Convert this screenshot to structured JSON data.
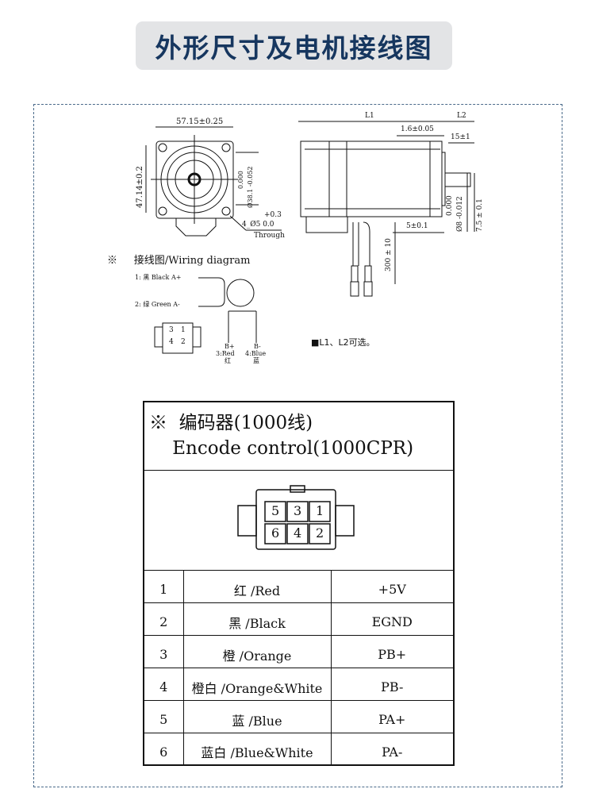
{
  "title": "外形尺寸及电机接线图",
  "dimensions": {
    "front_width": "57.15±0.25",
    "front_height": "47.14±0.2",
    "pilot_tol_top": "0.000",
    "pilot_tol_bottom": "Ø38.1 -0.052",
    "hole_tol": "+0.3",
    "hole": "4_Ø5 0.0",
    "hole_through": "Through",
    "l1": "L1",
    "l2": "L2",
    "flange": "1.6±0.05",
    "shaft_len": "15±1",
    "shaft_tol_top": "0.000",
    "shaft_dia": "Ø8 -0.012",
    "flat": "7.5 ± 0.1",
    "key": "5±0.1",
    "cable": "300 ± 10"
  },
  "wiring": {
    "mark": "※",
    "title": "接线图/Wiring diagram",
    "a_plus": "1: 黑 Black A+",
    "a_minus": "2: 绿 Green A-",
    "b_plus": "B+",
    "b_plus_wire": "3:Red",
    "b_plus_cn": "红",
    "b_minus": "B-",
    "b_minus_wire": "4:Blue",
    "b_minus_cn": "蓝",
    "pins": [
      "3",
      "1",
      "4",
      "2"
    ]
  },
  "note": "■L1、L2可选。",
  "encoder": {
    "mark": "※",
    "title_cn": "编码器(1000线)",
    "title_en": "Encode control(1000CPR)",
    "pins": [
      "5",
      "3",
      "1",
      "6",
      "4",
      "2"
    ],
    "rows": [
      {
        "pin": "1",
        "color": "红 /Red",
        "signal": "+5V"
      },
      {
        "pin": "2",
        "color": "黑 /Black",
        "signal": "EGND"
      },
      {
        "pin": "3",
        "color": "橙 /Orange",
        "signal": "PB+"
      },
      {
        "pin": "4",
        "color": "橙白 /Orange&White",
        "signal": "PB-"
      },
      {
        "pin": "5",
        "color": "蓝 /Blue",
        "signal": "PA+"
      },
      {
        "pin": "6",
        "color": "蓝白 /Blue&White",
        "signal": "PA-"
      }
    ]
  }
}
